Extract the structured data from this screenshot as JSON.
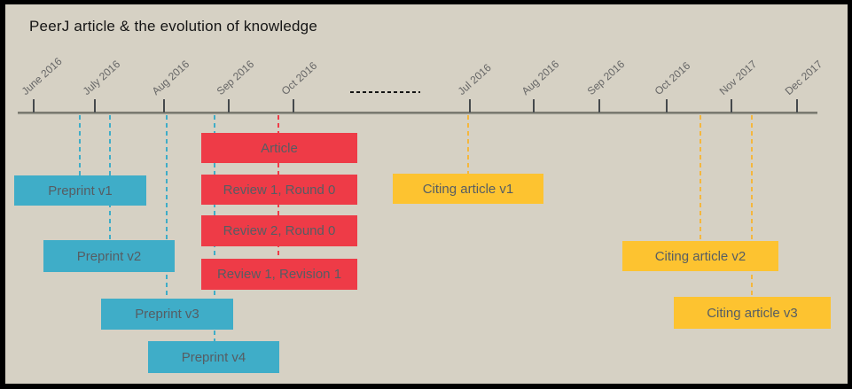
{
  "title": "PeerJ article & the evolution of knowledge",
  "colors": {
    "background": "#d6d1c4",
    "border": "#000000",
    "preprint_bar": "#3fadc8",
    "review_bar": "#ee3b47",
    "citing_bar": "#fdc330",
    "bar_label_text": "#565d63",
    "axis_line": "#83837b",
    "tick_label_text": "#666666",
    "time_break_dashes": "#141414"
  },
  "timeline": {
    "ticks": [
      {
        "label": "June 2016"
      },
      {
        "label": "July 2016"
      },
      {
        "label": "Aug 2016"
      },
      {
        "label": "Sep 2016"
      },
      {
        "label": "Oct 2016"
      },
      {
        "label": "Jul 2016"
      },
      {
        "label": "Aug 2016"
      },
      {
        "label": "Sep 2016"
      },
      {
        "label": "Oct 2016"
      },
      {
        "label": "Nov 2017"
      },
      {
        "label": "Dec 2017"
      }
    ]
  },
  "bars": {
    "article": {
      "label": "Article"
    },
    "review_1_round_0": {
      "label": "Review 1, Round 0"
    },
    "review_2_round_0": {
      "label": "Review 2, Round 0"
    },
    "review_1_revision_1": {
      "label": "Review 1, Revision 1"
    },
    "preprint_v1": {
      "label": "Preprint v1"
    },
    "preprint_v2": {
      "label": "Preprint v2"
    },
    "preprint_v3": {
      "label": "Preprint v3"
    },
    "preprint_v4": {
      "label": "Preprint v4"
    },
    "citing_v1": {
      "label": "Citing article v1"
    },
    "citing_v2": {
      "label": "Citing article v2"
    },
    "citing_v3": {
      "label": "Citing article v3"
    }
  }
}
